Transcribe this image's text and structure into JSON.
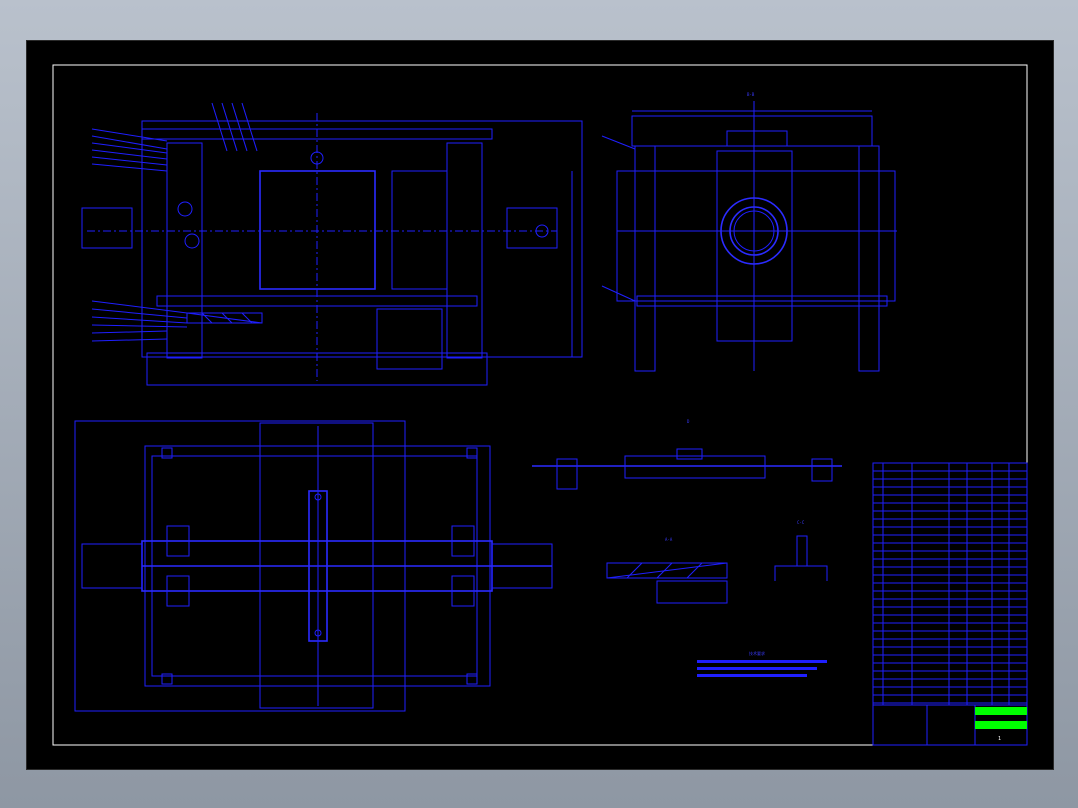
{
  "drawing": {
    "views": [
      {
        "id": "front-view",
        "label": ""
      },
      {
        "id": "side-view",
        "label": "",
        "view_label": "B-B"
      },
      {
        "id": "plan-view",
        "label": ""
      },
      {
        "id": "detail-a",
        "label": "A-A"
      },
      {
        "id": "detail-c",
        "label": "C-C"
      },
      {
        "id": "top-small-view",
        "label": "",
        "view_label": "D"
      }
    ],
    "notes_heading": "技术要求",
    "title_block": {
      "sheet_number": "1"
    }
  },
  "colors": {
    "background": "#000000",
    "frame": "#ffffff",
    "linework": "#1f1fff",
    "title_highlight": "#00ff00"
  }
}
